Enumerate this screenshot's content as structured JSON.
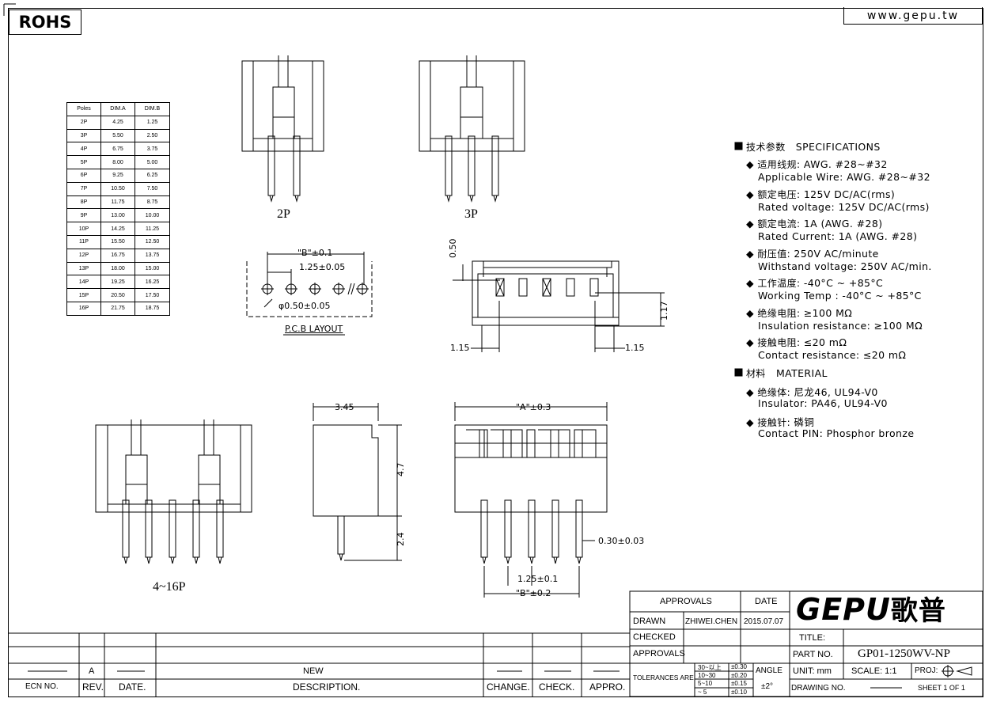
{
  "header": {
    "rohs": "ROHS",
    "website": "www.gepu.tw"
  },
  "dim_table": {
    "columns": [
      "Poles",
      "DIM.A",
      "DIM.B"
    ],
    "rows": [
      [
        "2P",
        "4.25",
        "1.25"
      ],
      [
        "3P",
        "5.50",
        "2.50"
      ],
      [
        "4P",
        "6.75",
        "3.75"
      ],
      [
        "5P",
        "8.00",
        "5.00"
      ],
      [
        "6P",
        "9.25",
        "6.25"
      ],
      [
        "7P",
        "10.50",
        "7.50"
      ],
      [
        "8P",
        "11.75",
        "8.75"
      ],
      [
        "9P",
        "13.00",
        "10.00"
      ],
      [
        "10P",
        "14.25",
        "11.25"
      ],
      [
        "11P",
        "15.50",
        "12.50"
      ],
      [
        "12P",
        "16.75",
        "13.75"
      ],
      [
        "13P",
        "18.00",
        "15.00"
      ],
      [
        "14P",
        "19.25",
        "16.25"
      ],
      [
        "15P",
        "20.50",
        "17.50"
      ],
      [
        "16P",
        "21.75",
        "18.75"
      ]
    ]
  },
  "views": {
    "label_2p": "2P",
    "label_3p": "3P",
    "label_4_16p": "4~16P",
    "pcb_title": "P.C.B LAYOUT",
    "dim_b_pcb": "\"B\"±0.1",
    "dim_pitch_pcb": "1.25±0.05",
    "dim_hole": "φ0.50±0.05",
    "dim_050": "0.50",
    "dim_117": "1.17",
    "dim_115_left": "1.15",
    "dim_115_right": "1.15",
    "dim_345": "3.45",
    "dim_47": "4.7",
    "dim_24": "2.4",
    "dim_a": "\"A\"±0.3",
    "dim_pin": "0.30±0.03",
    "dim_pitch": "1.25±0.1",
    "dim_b": "\"B\"±0.2"
  },
  "specs": {
    "heading_cn": "技术参数",
    "heading_en": "SPECIFICATIONS",
    "items": [
      {
        "cn": "适用线规:",
        "cn_val": "AWG. #28~#32",
        "en": "Applicable Wire: AWG. #28~#32"
      },
      {
        "cn": "额定电压:",
        "cn_val": "125V DC/AC(rms)",
        "en": "Rated voltage: 125V DC/AC(rms)"
      },
      {
        "cn": "额定电流:",
        "cn_val": "1A (AWG. #28)",
        "en": "Rated Current: 1A (AWG. #28)"
      },
      {
        "cn": "耐压值:",
        "cn_val": "250V AC/minute",
        "en": "Withstand voltage: 250V AC/min."
      },
      {
        "cn": "工作温度:",
        "cn_val": "-40°C ~ +85°C",
        "en": "Working Temp : -40°C ~ +85°C"
      },
      {
        "cn": "绝缘电阻:",
        "cn_val": "≥100 MΩ",
        "en": "Insulation resistance: ≥100 MΩ"
      },
      {
        "cn": "接触电阻:",
        "cn_val": "≤20 mΩ",
        "en": "Contact resistance: ≤20 mΩ"
      }
    ],
    "material_cn": "材料",
    "material_en": "MATERIAL",
    "materials": [
      {
        "cn": "绝缘体:",
        "cn_val": "尼龙46, UL94-V0",
        "en": "Insulator: PA46, UL94-V0"
      },
      {
        "cn": "接触针:",
        "cn_val": "磷铜",
        "en": "Contact PIN: Phosphor bronze"
      }
    ]
  },
  "title_block": {
    "approvals": "APPROVALS",
    "date": "DATE",
    "drawn": "DRAWN",
    "drawn_by": "ZHIWEI.CHEN",
    "drawn_date": "2015.07.07",
    "checked": "CHECKED",
    "approvals2": "APPROVALS",
    "logo": "GEPU",
    "logo_cn": "歌普",
    "title": "TITLE:",
    "part_no_label": "PART NO.",
    "part_no": "GP01-1250WV-NP",
    "tolerances": "TOLERANCES ARE",
    "tol_rows": [
      [
        "30~以上",
        "±0.30"
      ],
      [
        "10~30",
        "±0.20"
      ],
      [
        "5~10",
        "±0.15"
      ],
      [
        "~ 5",
        "±0.10"
      ]
    ],
    "angle": "ANGLE",
    "angle_val": "±2°",
    "unit": "UNIT: mm",
    "scale": "SCALE: 1:1",
    "proj": "PROJ:",
    "drawing_no": "DRAWING NO.",
    "sheet": "SHEET  1  OF  1"
  },
  "revision": {
    "rev": "A",
    "new": "NEW",
    "labels": [
      "ECN NO.",
      "REV.",
      "DATE.",
      "DESCRIPTION.",
      "CHANGE.",
      "CHECK.",
      "APPRO."
    ]
  }
}
